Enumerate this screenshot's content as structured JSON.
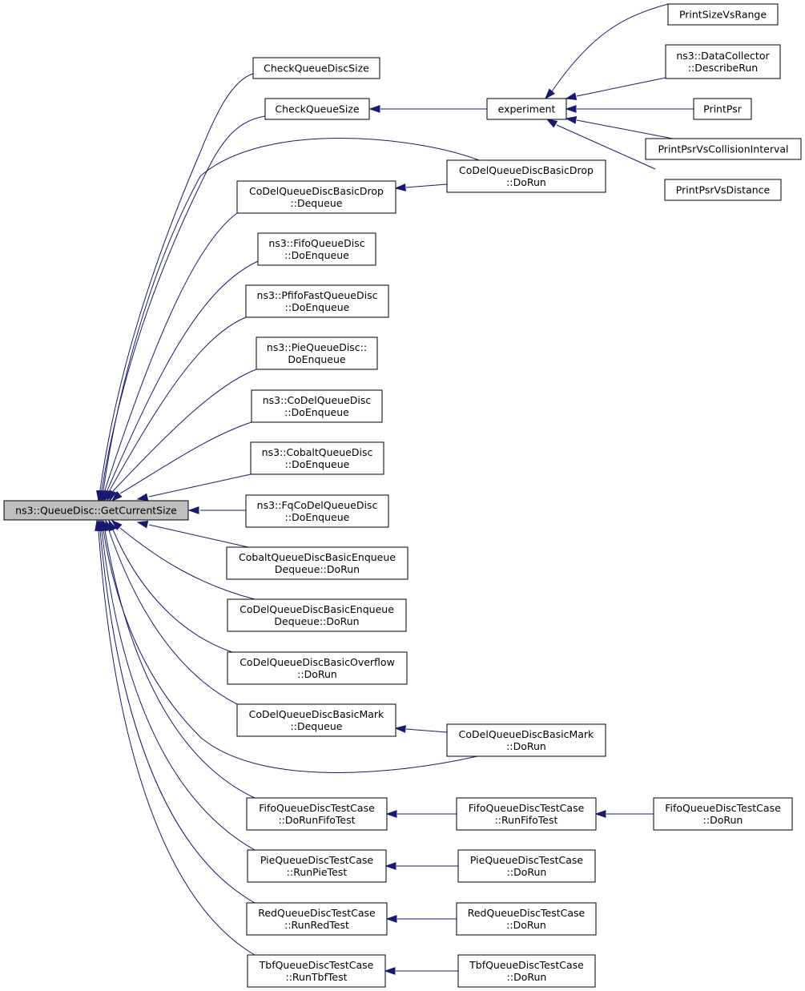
{
  "colors": {
    "edge": "#191970",
    "root_fill": "#bfbfbf",
    "node_fill": "#ffffff",
    "border": "#000000"
  },
  "nodes": {
    "root": [
      "ns3::QueueDisc::GetCurrentSize"
    ],
    "check_queue_disc_size": [
      "CheckQueueDiscSize"
    ],
    "check_queue_size": [
      "CheckQueueSize"
    ],
    "experiment": [
      "experiment"
    ],
    "print_size_vs_range": [
      "PrintSizeVsRange"
    ],
    "data_collector_describe_run": [
      "ns3::DataCollector",
      "::DescribeRun"
    ],
    "print_psr": [
      "PrintPsr"
    ],
    "print_psr_vs_collision_interval": [
      "PrintPsrVsCollisionInterval"
    ],
    "print_psr_vs_distance": [
      "PrintPsrVsDistance"
    ],
    "codel_basic_drop_dequeue": [
      "CoDelQueueDiscBasicDrop",
      "::Dequeue"
    ],
    "codel_basic_drop_dorun": [
      "CoDelQueueDiscBasicDrop",
      "::DoRun"
    ],
    "fifo_doenqueue": [
      "ns3::FifoQueueDisc",
      "::DoEnqueue"
    ],
    "pfifo_fast_doenqueue": [
      "ns3::PfifoFastQueueDisc",
      "::DoEnqueue"
    ],
    "pie_doenqueue": [
      "ns3::PieQueueDisc::",
      "DoEnqueue"
    ],
    "codel_doenqueue": [
      "ns3::CoDelQueueDisc",
      "::DoEnqueue"
    ],
    "cobalt_doenqueue": [
      "ns3::CobaltQueueDisc",
      "::DoEnqueue"
    ],
    "fq_codel_doenqueue": [
      "ns3::FqCoDelQueueDisc",
      "::DoEnqueue"
    ],
    "cobalt_basic_enq_deq_dorun": [
      "CobaltQueueDiscBasicEnqueue",
      "Dequeue::DoRun"
    ],
    "codel_basic_enq_deq_dorun": [
      "CoDelQueueDiscBasicEnqueue",
      "Dequeue::DoRun"
    ],
    "codel_basic_overflow_dorun": [
      "CoDelQueueDiscBasicOverflow",
      "::DoRun"
    ],
    "codel_basic_mark_dequeue": [
      "CoDelQueueDiscBasicMark",
      "::Dequeue"
    ],
    "codel_basic_mark_dorun": [
      "CoDelQueueDiscBasicMark",
      "::DoRun"
    ],
    "fifo_test_dorunfifotest": [
      "FifoQueueDiscTestCase",
      "::DoRunFifoTest"
    ],
    "fifo_test_runfifotest": [
      "FifoQueueDiscTestCase",
      "::RunFifoTest"
    ],
    "fifo_test_dorun": [
      "FifoQueueDiscTestCase",
      "::DoRun"
    ],
    "pie_test_runpietest": [
      "PieQueueDiscTestCase",
      "::RunPieTest"
    ],
    "pie_test_dorun": [
      "PieQueueDiscTestCase",
      "::DoRun"
    ],
    "red_test_runredtest": [
      "RedQueueDiscTestCase",
      "::RunRedTest"
    ],
    "red_test_dorun": [
      "RedQueueDiscTestCase",
      "::DoRun"
    ],
    "tbf_test_runtbftest": [
      "TbfQueueDiscTestCase",
      "::RunTbfTest"
    ],
    "tbf_test_dorun": [
      "TbfQueueDiscTestCase",
      "::DoRun"
    ]
  },
  "edges": [
    [
      "check_queue_disc_size",
      "root"
    ],
    [
      "check_queue_size",
      "root"
    ],
    [
      "codel_basic_drop_dorun",
      "root"
    ],
    [
      "codel_basic_drop_dequeue",
      "root"
    ],
    [
      "fifo_doenqueue",
      "root"
    ],
    [
      "pfifo_fast_doenqueue",
      "root"
    ],
    [
      "pie_doenqueue",
      "root"
    ],
    [
      "codel_doenqueue",
      "root"
    ],
    [
      "cobalt_doenqueue",
      "root"
    ],
    [
      "fq_codel_doenqueue",
      "root"
    ],
    [
      "cobalt_basic_enq_deq_dorun",
      "root"
    ],
    [
      "codel_basic_enq_deq_dorun",
      "root"
    ],
    [
      "codel_basic_overflow_dorun",
      "root"
    ],
    [
      "codel_basic_mark_dequeue",
      "root"
    ],
    [
      "codel_basic_mark_dorun",
      "root"
    ],
    [
      "fifo_test_dorunfifotest",
      "root"
    ],
    [
      "pie_test_runpietest",
      "root"
    ],
    [
      "red_test_runredtest",
      "root"
    ],
    [
      "tbf_test_runtbftest",
      "root"
    ],
    [
      "experiment",
      "check_queue_size"
    ],
    [
      "print_size_vs_range",
      "experiment"
    ],
    [
      "data_collector_describe_run",
      "experiment"
    ],
    [
      "print_psr",
      "experiment"
    ],
    [
      "print_psr_vs_collision_interval",
      "experiment"
    ],
    [
      "print_psr_vs_distance",
      "experiment"
    ],
    [
      "codel_basic_drop_dorun",
      "codel_basic_drop_dequeue"
    ],
    [
      "codel_basic_mark_dorun",
      "codel_basic_mark_dequeue"
    ],
    [
      "fifo_test_runfifotest",
      "fifo_test_dorunfifotest"
    ],
    [
      "fifo_test_dorun",
      "fifo_test_runfifotest"
    ],
    [
      "pie_test_dorun",
      "pie_test_runpietest"
    ],
    [
      "red_test_dorun",
      "red_test_runredtest"
    ],
    [
      "tbf_test_dorun",
      "tbf_test_runtbftest"
    ]
  ]
}
